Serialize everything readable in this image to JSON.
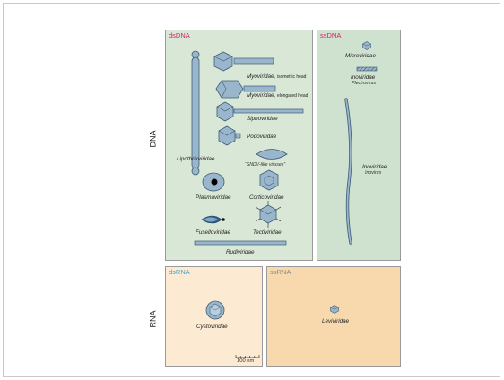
{
  "rows": {
    "dna": "DNA",
    "rna": "RNA"
  },
  "panels": {
    "dsdna": {
      "title": "dsDNA",
      "color": "#d61f69",
      "bg": "#d9e7d6"
    },
    "ssdna": {
      "title": "ssDNA",
      "color": "#d61f69",
      "bg": "#cfe1cf"
    },
    "dsrna": {
      "title": "dsRNA",
      "color": "#3aa6d6",
      "bg": "#fcebd2"
    },
    "ssrna": {
      "title": "ssRNA",
      "color": "#8a8a8a",
      "bg": "#f7d9ad"
    }
  },
  "dsdna_families": {
    "myo_iso": {
      "name": "Myoviridae,",
      "qualifier": "isometric head"
    },
    "myo_elong": {
      "name": "Myoviridae,",
      "qualifier": "elongated head"
    },
    "sipho": "Siphoviridae",
    "podo": "Podoviridae",
    "lipothrix": "Lipothrixviridae",
    "sndv": "“SNDV-like viruses”",
    "plasma": "Plasmaviridae",
    "cortico": "Corticoviridae",
    "fusello": "Fuselloviridae",
    "tecti": "Tectiviridae",
    "rudi": "Rudiviridae"
  },
  "ssdna_families": {
    "micro": "Microviridae",
    "ino1": {
      "name": "Inoviridae",
      "genus": "Plectrovirus"
    },
    "ino2": {
      "name": "Inoviridae",
      "genus": "Inovirus"
    }
  },
  "dsrna_families": {
    "cysto": "Cystoviridae"
  },
  "ssrna_families": {
    "levi": "Leviviridae"
  },
  "scale_bar": "100 nm",
  "colors": {
    "virus_fill": "#9ab6cc",
    "virus_stroke": "#3d5c75",
    "virus_dark": "#2f5f86",
    "frame": "#9a9a9a"
  }
}
